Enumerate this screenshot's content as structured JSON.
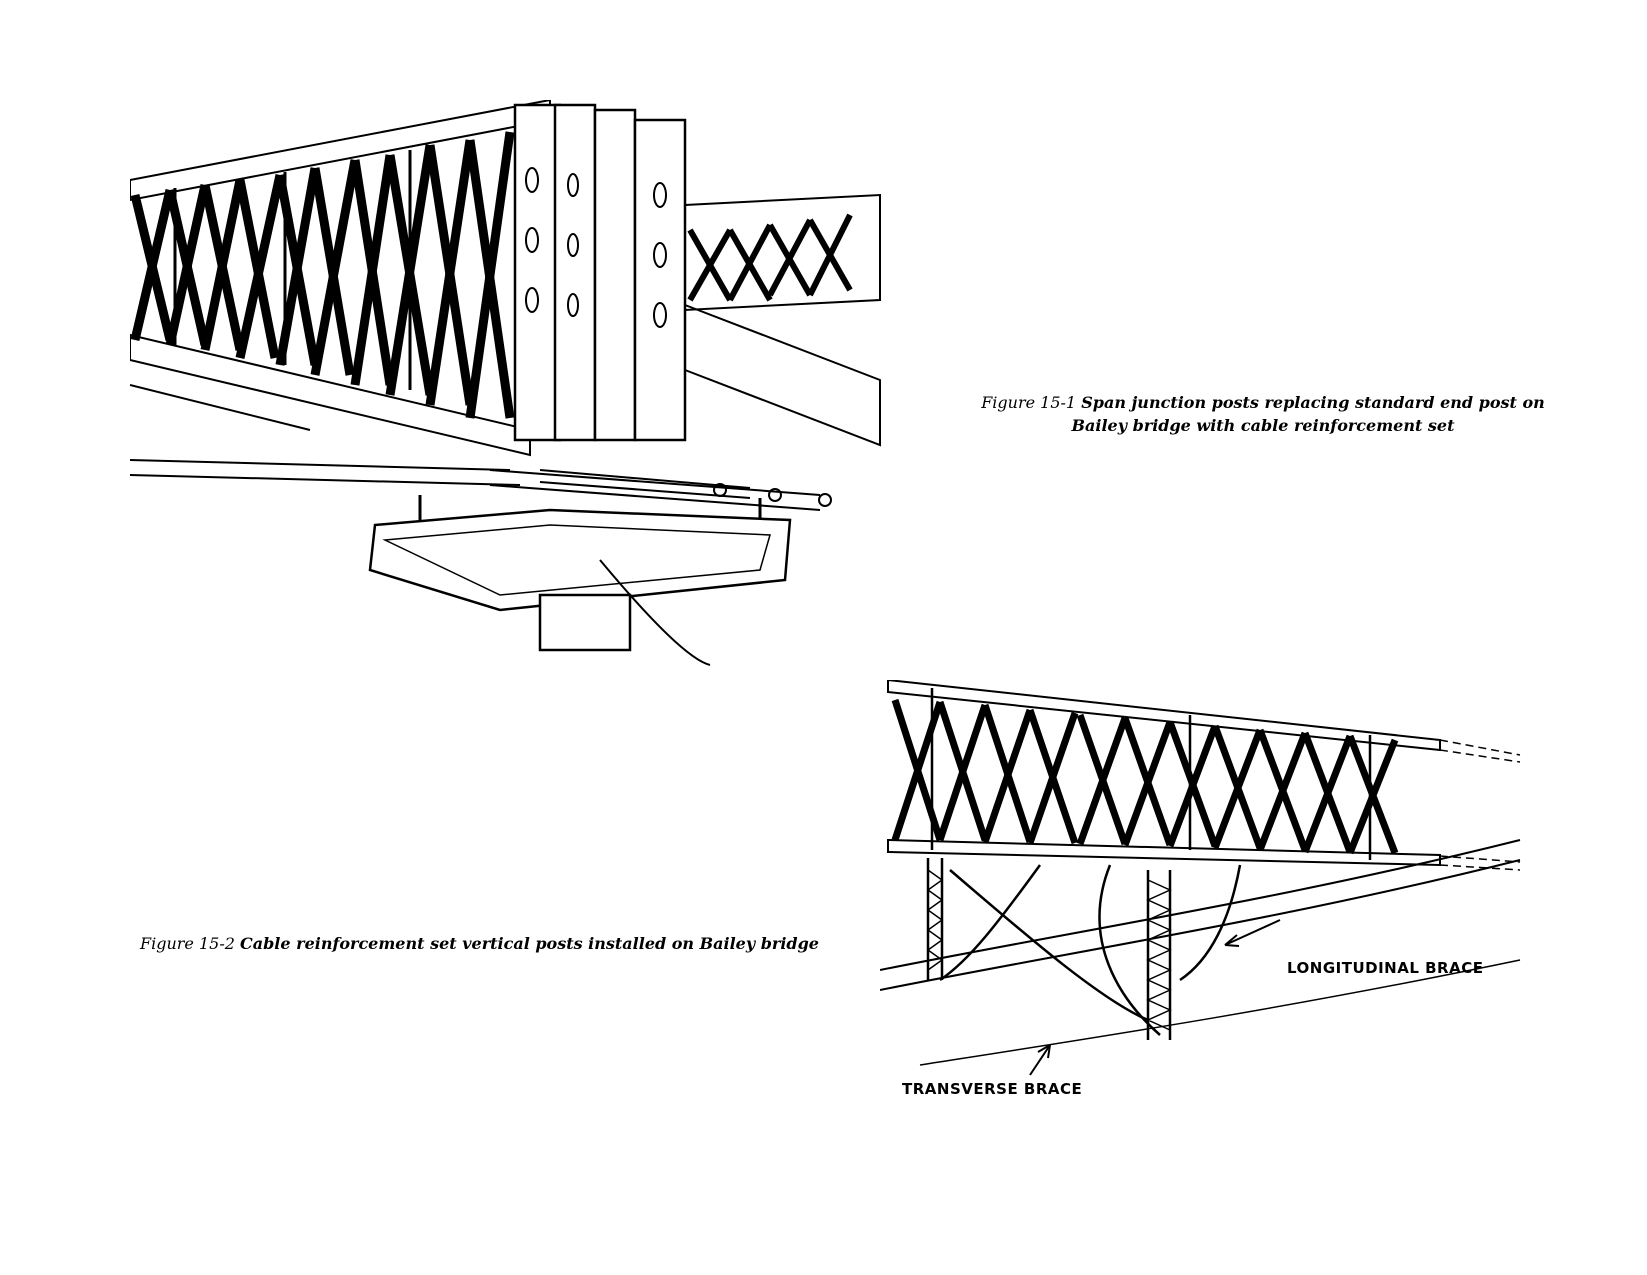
{
  "figures": [
    {
      "number": "Figure 15-1",
      "caption": "Span junction posts replacing standard end post on Bailey bridge with cable reinforcement set"
    },
    {
      "number": "Figure 15-2",
      "caption": "Cable reinforcement set vertical posts installed on Bailey bridge"
    }
  ],
  "callouts": {
    "longitudinal_brace": "LONGITUDINAL BRACE",
    "transverse_brace": "TRANSVERSE BRACE"
  }
}
